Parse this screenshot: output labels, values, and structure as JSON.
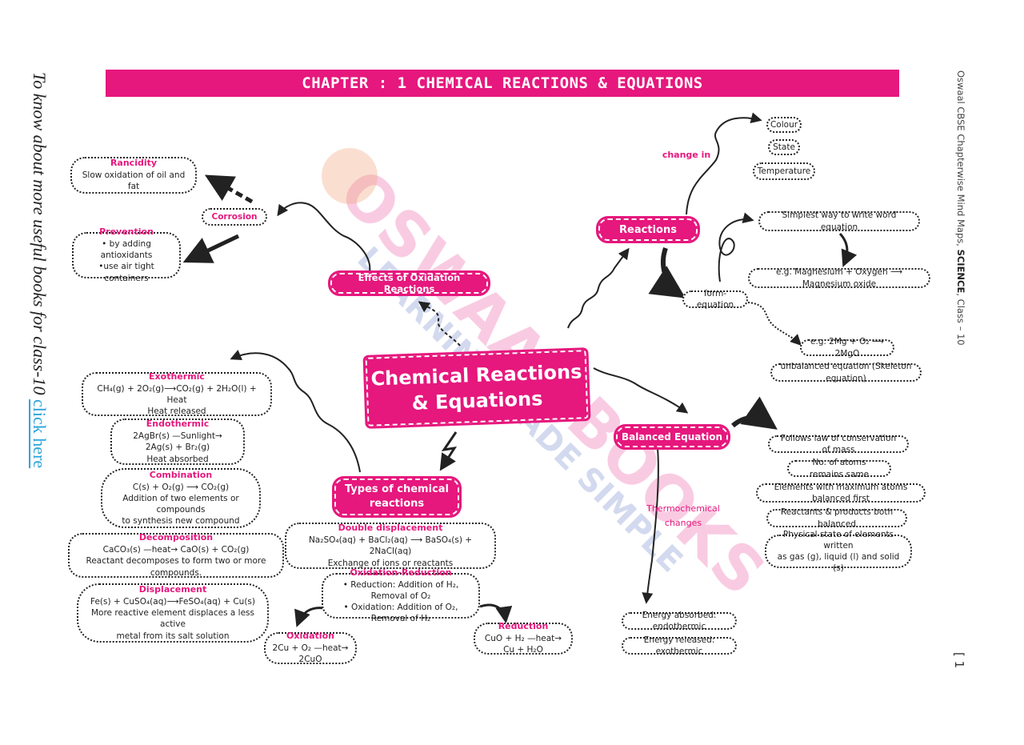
{
  "side_left": {
    "text": "To know about more useful books for class-10 ",
    "link": "click here"
  },
  "side_right": {
    "prefix": "Oswaal CBSE Chapterwise Mind Maps, ",
    "bold": "SCIENCE",
    "suffix": ", Class – 10"
  },
  "page_number": "[ 1",
  "header": {
    "title": "CHAPTER : 1 CHEMICAL REACTIONS & EQUATIONS"
  },
  "watermark": {
    "brand": "OSWAAL BOOKS",
    "tagline": "LEARNING MADE SIMPLE"
  },
  "center": {
    "line1": "Chemical Reactions",
    "line2": "& Equations"
  },
  "effects": {
    "label": "Effects of Oxidation Reactions",
    "corrosion": "Corrosion",
    "rancidity": {
      "title": "Rancidity",
      "text": "Slow oxidation of oil and fat"
    },
    "prevention": {
      "title": "Prevention",
      "line1": "• by adding antioxidants",
      "line2": "•use air tight containers"
    }
  },
  "reactions": {
    "label": "Reactions",
    "change_in": "change in",
    "colour": "Colour",
    "state": "State",
    "temperature": "Temperature",
    "simplest": "Simplest way to write word equation",
    "example": "e.g. Magnesium + Oxygen ⟶ Magnesium oxide",
    "form": "form-equation",
    "eg2": "e.g. 2Mg + O₂ ⟶ 2MgO",
    "unbalanced": "unbalanced equation (Skeleton equation)"
  },
  "balanced": {
    "label": "Balanced Equation",
    "items": [
      "Follows law of conservation of mass",
      "No. of atoms remains same",
      "Elements with maximum atoms balanced first",
      "Reactants & products both balanced",
      "Physical state of elements written",
      "as gas (g), liquid (l) and solid (s)"
    ],
    "thermo1": "Thermochemical",
    "thermo2": "changes",
    "absorbed": "Energy absorbed: endothermic",
    "released": "Energy released: exothermic"
  },
  "types": {
    "label1": "Types of chemical",
    "label2": "reactions",
    "exothermic": {
      "title": "Exothermic",
      "eq": "CH₄(g) + 2O₂(g)⟶CO₂(g) + 2H₂O(l) + Heat",
      "note": "Heat released"
    },
    "endothermic": {
      "title": "Endothermic",
      "eq": "2AgBr(s) —Sunlight→ 2Ag(s) + Br₂(g)",
      "note": "Heat absorbed"
    },
    "combination": {
      "title": "Combination",
      "eq": "C(s) + O₂(g) ⟶ CO₂(g)",
      "note1": "Addition of two elements or compounds",
      "note2": "to synthesis new compound"
    },
    "decomposition": {
      "title": "Decomposition",
      "eq": "CaCO₃(s) —heat→ CaO(s) + CO₂(g)",
      "note": "Reactant decomposes to form two or more compounds."
    },
    "displacement": {
      "title": "Displacement",
      "eq": "Fe(s) + CuSO₄(aq)⟶FeSO₄(aq) + Cu(s)",
      "note1": "More reactive element displaces a less active",
      "note2": "metal from its salt solution"
    },
    "double": {
      "title": "Double displacement",
      "eq": "Na₂SO₄(aq) + BaCl₂(aq) ⟶ BaSO₄(s) + 2NaCl(aq)",
      "note": "Exchange of ions or reactants"
    },
    "redox": {
      "title": "Oxidation-Reduction",
      "line1": "• Reduction: Addition of H₂, Removal of O₂",
      "line2": "• Oxidation: Addition of O₂, Removal of H₂"
    },
    "oxidation": {
      "title": "Oxidation",
      "eq": "2Cu + O₂ —heat→ 2CuO"
    },
    "reduction": {
      "title": "Reduction",
      "eq": "CuO + H₂ —heat→ Cu + H₂O"
    }
  }
}
